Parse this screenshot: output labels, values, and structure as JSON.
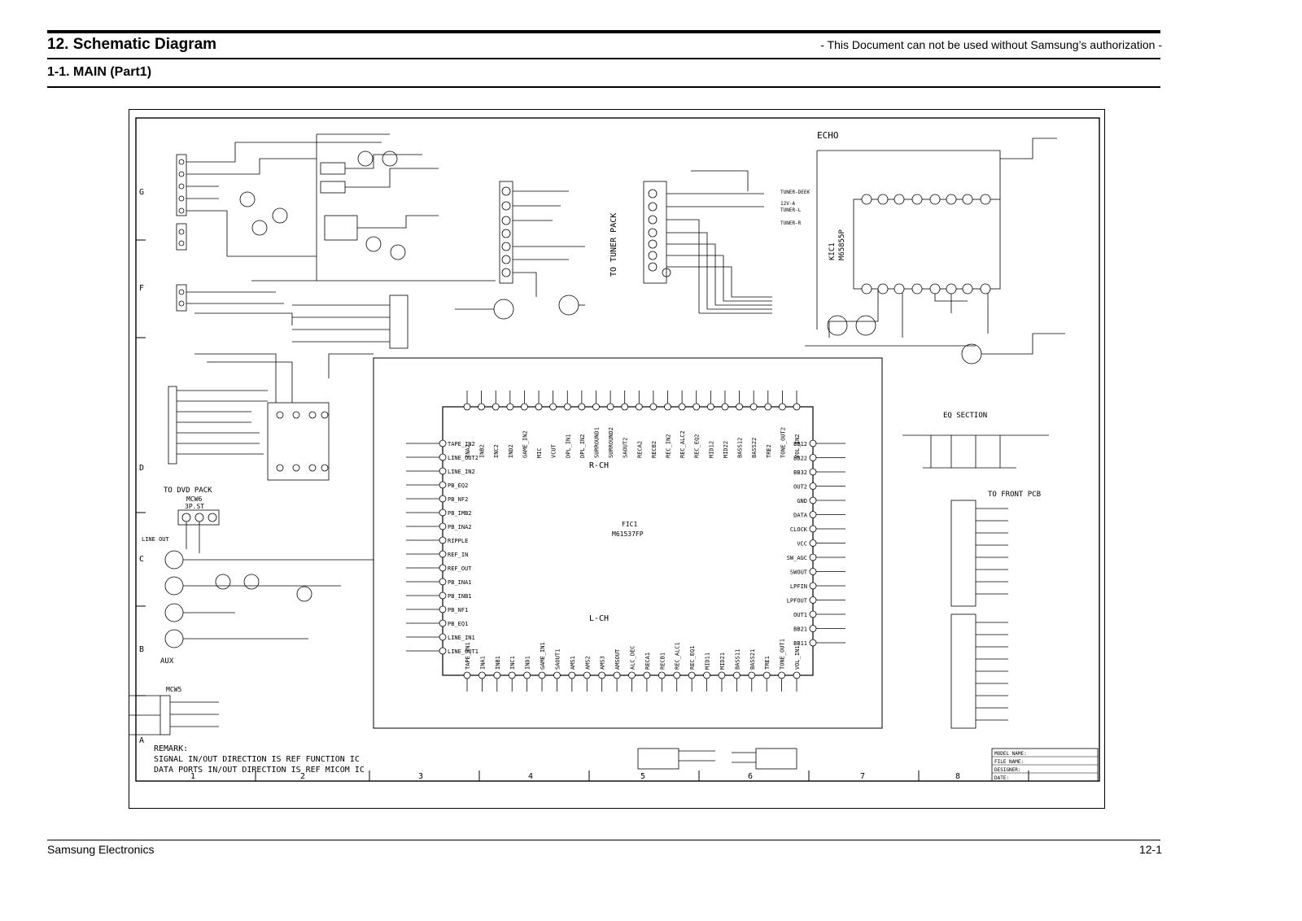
{
  "header": {
    "title": "12. Schematic Diagram",
    "notice": "- This Document can not be used without Samsung’s authorization -"
  },
  "section": {
    "title": "1-1. MAIN (Part1)"
  },
  "footer": {
    "company": "Samsung Electronics",
    "page": "12-1"
  },
  "schematic": {
    "row_labels": [
      "G",
      "F",
      "D",
      "C",
      "B",
      "A"
    ],
    "col_labels": [
      "1",
      "2",
      "3",
      "4",
      "5",
      "6",
      "7",
      "8"
    ],
    "echo_label": "ECHO",
    "echo_ic": "KIC1",
    "echo_ic_part": "M65855P",
    "main_ic": "FIC1",
    "main_ic_part": "M61537FP",
    "r_ch": "R-CH",
    "l_ch": "L-CH",
    "eq_section": "EQ SECTION",
    "to_tuner_pack": "TO TUNER PACK",
    "to_dvd_pack": "TO DVD PACK",
    "mcw6": "MCW6",
    "mcw6_pins": "3P.ST",
    "aux": "AUX",
    "mcw5": "MCW5",
    "to_front_pcb": "TO FRONT PCB",
    "line_out": "LINE OUT",
    "remark_title": "REMARK:",
    "remark_1": "SIGNAL IN/OUT DIRECTION IS REF FUNCTION IC",
    "remark_2": "DATA PORTS IN/OUT DIRECTION IS REF MICOM IC",
    "tuner_lines": [
      "TUNER-DEEK",
      "12V-A",
      "TUNER-L",
      "TUNER-R"
    ],
    "right_pins": [
      "BB12",
      "BB22",
      "BB32",
      "OUT2",
      "GND",
      "DATA",
      "CLOCK",
      "VCC",
      "SW_AGC",
      "SWOUT",
      "LPFIN",
      "LPFOUT",
      "OUT1",
      "BB21",
      "BB11"
    ],
    "left_pins": [
      "TAPE_IN2",
      "LINE_OUT2",
      "LINE_IN2",
      "PB_EQ2",
      "PB_NF2",
      "PB_IMB2",
      "PB_INA2",
      "RIPPLE",
      "REF_IN",
      "REF_OUT",
      "PB_INA1",
      "PB_INB1",
      "PB_NF1",
      "PB_EQ1",
      "LINE_IN1",
      "LINE_OUT1"
    ],
    "top_pins": [
      "INA2",
      "INB2",
      "INC2",
      "IND2",
      "GAME_IN2",
      "MIC",
      "VCUT",
      "DPL_IN1",
      "DPL_IN2",
      "SURROUND1",
      "SURROUND2",
      "SAOUT2",
      "RECA2",
      "RECB2",
      "REC_IN2",
      "REC_ALC2",
      "REC_EQ2",
      "MID12",
      "MID22",
      "BASS12",
      "BASS22",
      "TRE2",
      "TONE_OUT2",
      "VOL_IN2"
    ],
    "bottom_pins": [
      "TAPE_IN1",
      "INA1",
      "INB1",
      "INC1",
      "IND1",
      "GAME_IN1",
      "SAOUT1",
      "AMS1",
      "AMS2",
      "AMS3",
      "AMSOUT",
      "ALC_DEC",
      "RECA1",
      "RECB1",
      "REC_ALC1",
      "REC_EQ1",
      "MID11",
      "MID21",
      "BASS11",
      "BASS21",
      "TRE1",
      "TONE_OUT1",
      "VOL_IN1"
    ],
    "title_block": {
      "model": "MODEL NAME:",
      "file": "FILE NAME:",
      "designer": "DESIGNER:",
      "date": "DATE:"
    }
  }
}
